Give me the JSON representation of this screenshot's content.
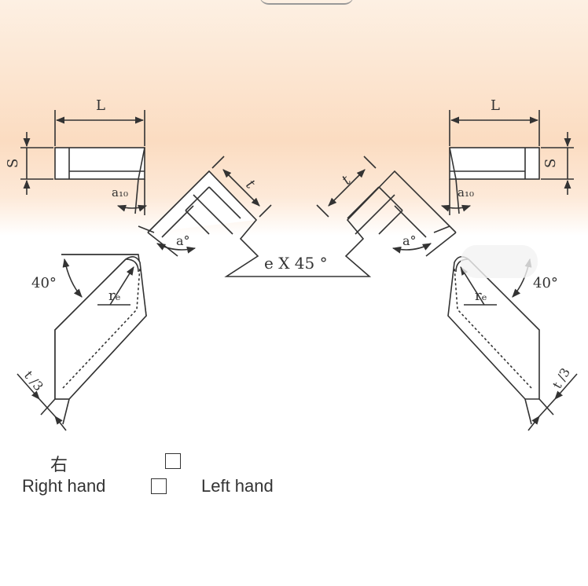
{
  "labels": {
    "L": "L",
    "S": "S",
    "a10": "a₁₀",
    "a_deg": "a°",
    "t": "t",
    "t3": "t /3",
    "chamfer": "e X 45 °",
    "angle40": "40°",
    "re": "rₑ"
  },
  "legend": {
    "cn_right": "右",
    "right_hand": "Right hand",
    "left_hand": "Left hand"
  },
  "colors": {
    "line": "#333333",
    "bg_top": "#fbdcc1",
    "bg_bottom": "#ffffff"
  }
}
